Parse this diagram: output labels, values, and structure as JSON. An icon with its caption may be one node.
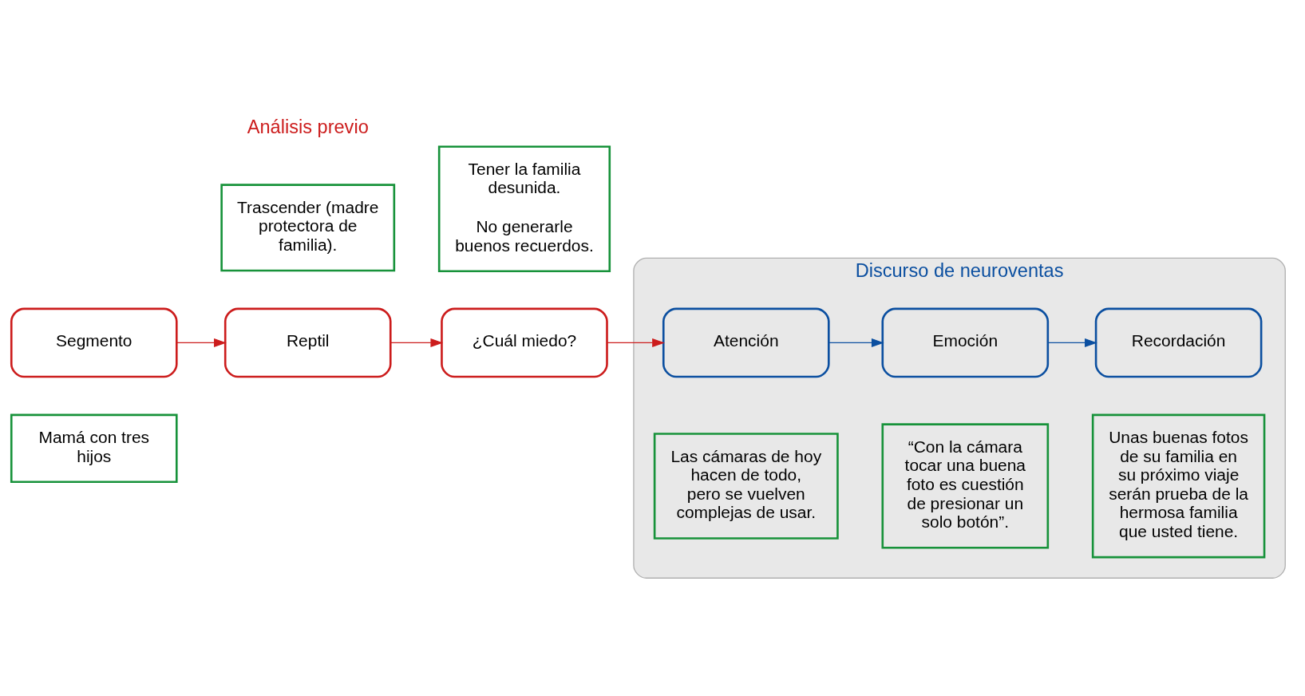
{
  "diagram": {
    "nodes": [
      {
        "text": [
          "Segmento"
        ]
      },
      {
        "text": [
          "Mamá con tres hijos"
        ]
      },
      {
        "text": [
          "Reptil"
        ]
      },
      {
        "text": [
          "Trascender (madre protectora de familia)."
        ]
      },
      {
        "text": [
          "¿Cuál miedo?"
        ]
      },
      {
        "text": [
          "Tener la familia desunida.",
          "No generarle buenos recuerdos."
        ]
      },
      {
        "text": [
          "Discurso de neuroventas"
        ]
      },
      {
        "text": [
          "Atención"
        ],
        "in": 6
      },
      {
        "text": [
          "Las cámaras de hoy hacen de todo, pero se vuelven complejas de usar."
        ],
        "in": 6
      },
      {
        "text": [
          "Emoción"
        ],
        "in": 6
      },
      {
        "text": [
          "“Con la cámara tocar una buena foto es cuestión de presionar un solo botón”."
        ],
        "in": 6
      },
      {
        "text": [
          "Recordación"
        ],
        "in": 6
      },
      {
        "text": [
          "Unas buenas fotos de su familia en su próximo viaje serán prueba de la hermosa familia que usted tiene."
        ],
        "in": 6
      }
    ],
    "edges": [
      {
        "from": 0,
        "to": 2,
        "arrow": "to"
      },
      {
        "from": 2,
        "to": 4,
        "arrow": "to"
      },
      {
        "from": 4,
        "to": 7,
        "arrow": "to"
      },
      {
        "from": 7,
        "to": 9,
        "arrow": "to",
        "color": "#0b4fa0"
      },
      {
        "from": 9,
        "to": 11,
        "arrow": "to",
        "color": "#0b4fa0"
      }
    ],
    "labels": [
      "Análisis previo"
    ]
  }
}
